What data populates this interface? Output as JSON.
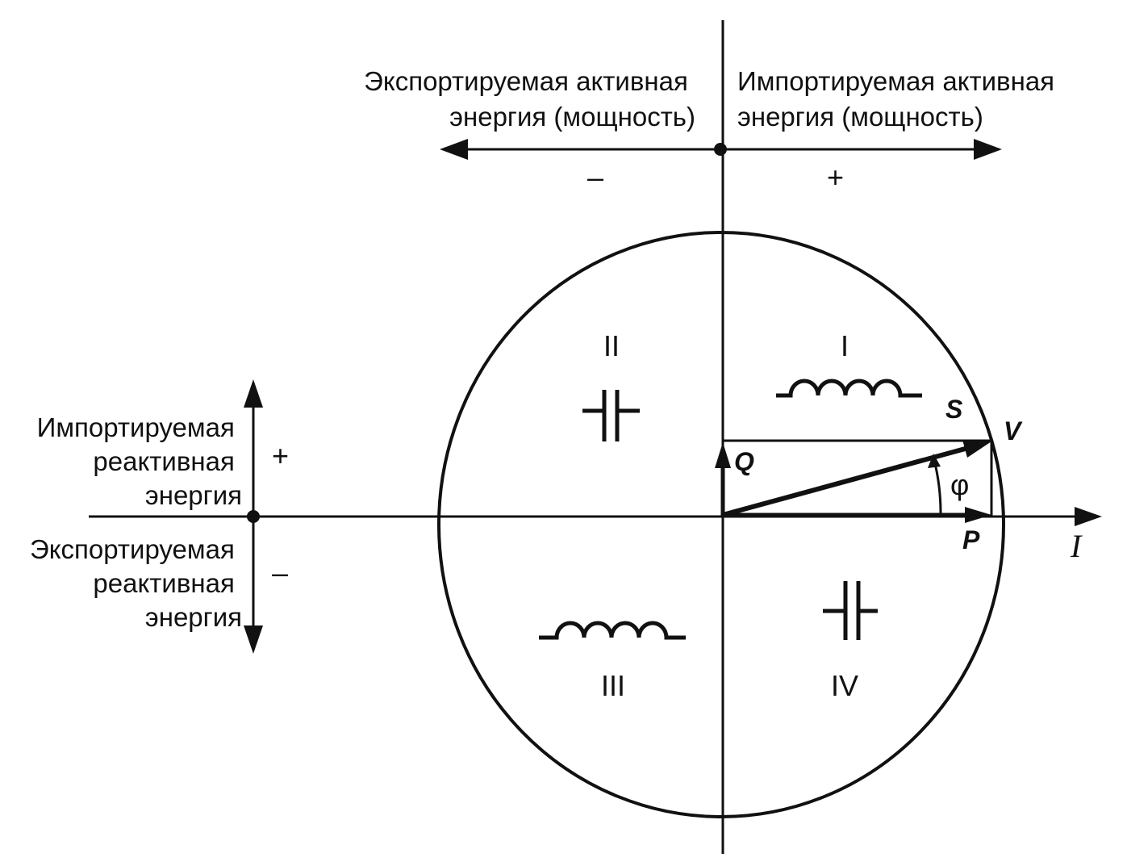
{
  "top_axis": {
    "left_label": [
      "Экспортируемая активная",
      "энергия (мощность)"
    ],
    "right_label": [
      "Импортируемая активная",
      "энергия (мощность)"
    ],
    "left_sign": "–",
    "right_sign": "+"
  },
  "left_axis": {
    "upper_label": [
      "Импортируемая",
      "реактивная",
      "энергия"
    ],
    "lower_label": [
      "Экспортируемая",
      "реактивная",
      "энергия"
    ],
    "upper_sign": "+",
    "lower_sign": "–"
  },
  "quadrants": {
    "q1": {
      "label": "I",
      "symbol": "inductor"
    },
    "q2": {
      "label": "II",
      "symbol": "capacitor"
    },
    "q3": {
      "label": "III",
      "symbol": "inductor"
    },
    "q4": {
      "label": "IV",
      "symbol": "capacitor"
    }
  },
  "vectors": {
    "s": "S",
    "v": "V",
    "q": "Q",
    "p": "P",
    "phi": "φ",
    "i": "I"
  }
}
